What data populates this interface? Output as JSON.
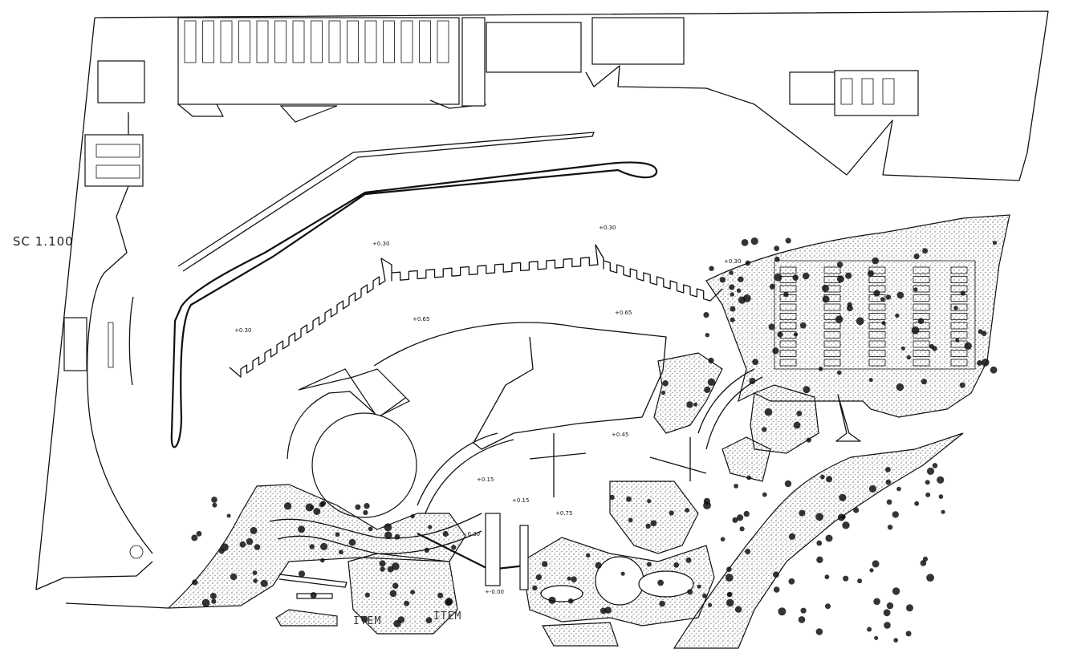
{
  "drawing": {
    "scale_label": "SC  1.100",
    "overlay_text": [
      "ITEM",
      "ITEM"
    ],
    "level_marks": [
      "+0.30",
      "+0.30",
      "+0.30",
      "+0.30",
      "+0.65",
      "+0.65",
      "+0.45",
      "+0.15",
      "+0.15",
      "+0.75",
      "-0.30",
      "+-0.00"
    ],
    "line_color": "#111111",
    "paper_color": "#ffffff"
  }
}
